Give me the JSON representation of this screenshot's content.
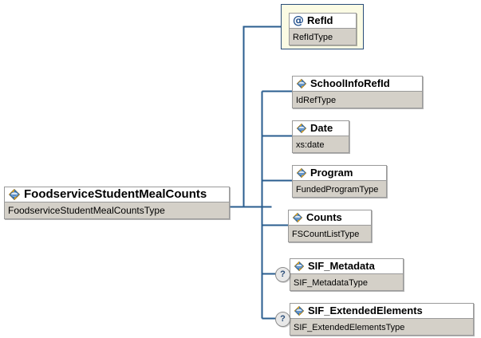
{
  "diagram": {
    "kind": "xml-schema-tree",
    "background_color": "#ffffff",
    "connector_color": "#2a5d8f",
    "box_border_color": "#9a9a9a",
    "type_row_color": "#d4d0c8",
    "highlight_fill": "#fbfbe4",
    "highlight_border": "#2a4d78"
  },
  "root": {
    "name": "FoodserviceStudentMealCounts",
    "type": "FoodserviceStudentMealCountsType",
    "icon": "element-icon"
  },
  "attribute": {
    "name": "RefId",
    "type": "RefIdType",
    "icon": "attribute-at-icon",
    "highlighted": "true"
  },
  "children": [
    {
      "name": "SchoolInfoRefId",
      "type": "IdRefType",
      "icon": "element-icon",
      "optional": "false"
    },
    {
      "name": "Date",
      "type": "xs:date",
      "icon": "element-icon",
      "optional": "false"
    },
    {
      "name": "Program",
      "type": "FundedProgramType",
      "icon": "element-icon",
      "optional": "false"
    },
    {
      "name": "Counts",
      "type": "FSCountListType",
      "icon": "element-icon",
      "optional": "false"
    },
    {
      "name": "SIF_Metadata",
      "type": "SIF_MetadataType",
      "icon": "element-icon",
      "optional": "true",
      "optional_marker": "?"
    },
    {
      "name": "SIF_ExtendedElements",
      "type": "SIF_ExtendedElementsType",
      "icon": "element-icon",
      "optional": "true",
      "optional_marker": "?"
    }
  ]
}
